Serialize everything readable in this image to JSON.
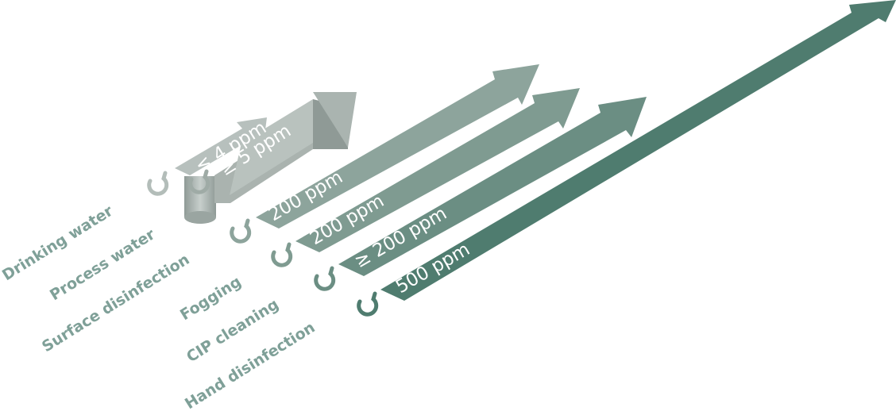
{
  "diagram": {
    "applications": [
      {
        "name": "Drinking water",
        "concentration": "≤ 4 ppm",
        "color": "#b3bdb9"
      },
      {
        "name": "Process water",
        "concentration": "≥ 5 ppm",
        "color": "#9faba6"
      },
      {
        "name": "Surface disinfection",
        "concentration": "200 ppm",
        "color": "#8da49c"
      },
      {
        "name": "Fogging",
        "concentration": "200 ppm",
        "color": "#7f9b91"
      },
      {
        "name": "CIP cleaning",
        "concentration": "≥ 200 ppm",
        "color": "#6b8e83"
      },
      {
        "name": "Hand disinfection",
        "concentration": "500 ppm",
        "color": "#4f7c6f"
      }
    ],
    "label_color": "#7fa098",
    "icon_names": [
      "drop-icon"
    ]
  }
}
